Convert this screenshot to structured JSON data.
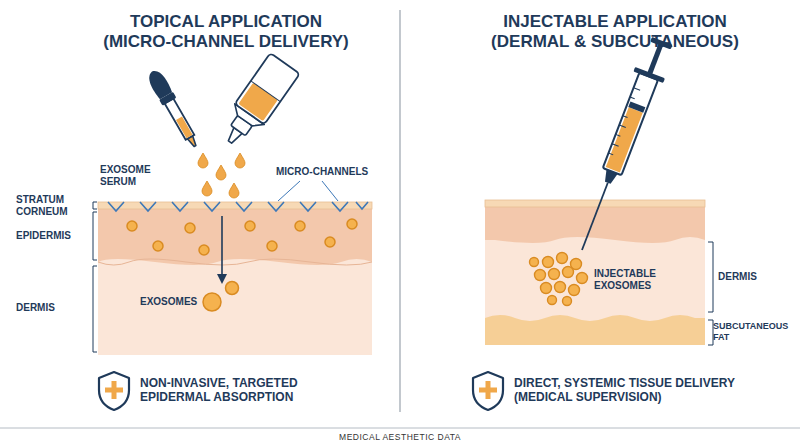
{
  "diagram": {
    "caption": "MEDICAL AESTHETIC DATA",
    "labels": [
      "TOPICAL APPLICATION (MICRO-CHANNEL DELIVERY)",
      "INJECTABLE APPLICATION (DERMAL & SUBCUTANEOUS)",
      "EXOSOME SERUM",
      "MICRO-CHANNELS",
      "STRATUM CORNEUM",
      "EPIDERMIS",
      "DERMIS",
      "EXOSOMES",
      "NON-INVASIVE, TARGETED EPIDERMAL ABSORPTION",
      "INJECTABLE EXOSOMES",
      "DERMIS",
      "SUBCUTANEOUS FAT",
      "DIRECT, SYSTEMIC TISSUE DELIVERY (MEDICAL SUPERVISION)"
    ]
  }
}
